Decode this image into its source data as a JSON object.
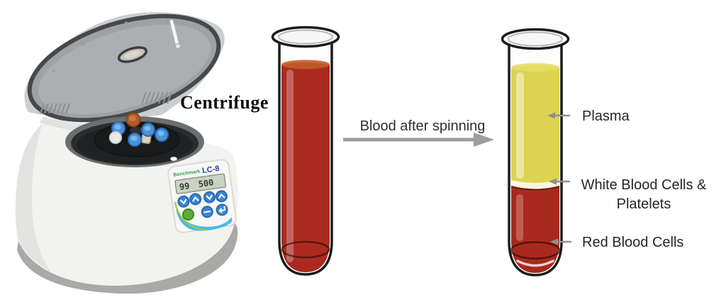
{
  "figure": {
    "centrifuge": {
      "label": "Centrifuge",
      "panel": {
        "brand": "Benchmark",
        "model": "LC-8",
        "display_left": "99",
        "display_right": "500"
      }
    },
    "process_arrow": {
      "label": "Blood after spinning"
    },
    "separated_tube_labels": {
      "plasma": "Plasma",
      "wbc_line1": "White Blood Cells &",
      "wbc_line2": "Platelets",
      "rbc": "Red Blood Cells"
    }
  },
  "colors": {
    "whole_blood": "#ab2a20",
    "plasma": "#dcd451",
    "buffy_coat": "#f8f5e2",
    "red_blood_cells": "#a8291e",
    "arrow_gray": "#9e9e9e",
    "panel_blue": "#49b8e9",
    "brand_green": "#2f9e4f"
  }
}
